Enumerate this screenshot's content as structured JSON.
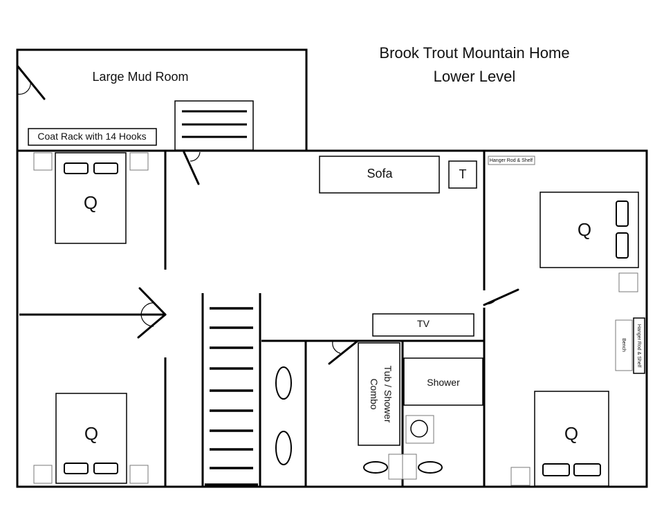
{
  "title": {
    "line1": "Brook Trout Mountain Home",
    "line2": "Lower Level"
  },
  "labels": {
    "mud_room": "Large Mud Room",
    "coat_rack": "Coat Rack with 14 Hooks",
    "sofa": "Sofa",
    "table": "T",
    "tv": "TV",
    "shower": "Shower",
    "tub_line1": "Tub / Shower",
    "tub_line2": "Combo",
    "hanger_top": "Hanger Rod & Shelf",
    "hanger_side": "Hanger Rod & Shelf",
    "bench": "Bench",
    "queen": "Q"
  }
}
